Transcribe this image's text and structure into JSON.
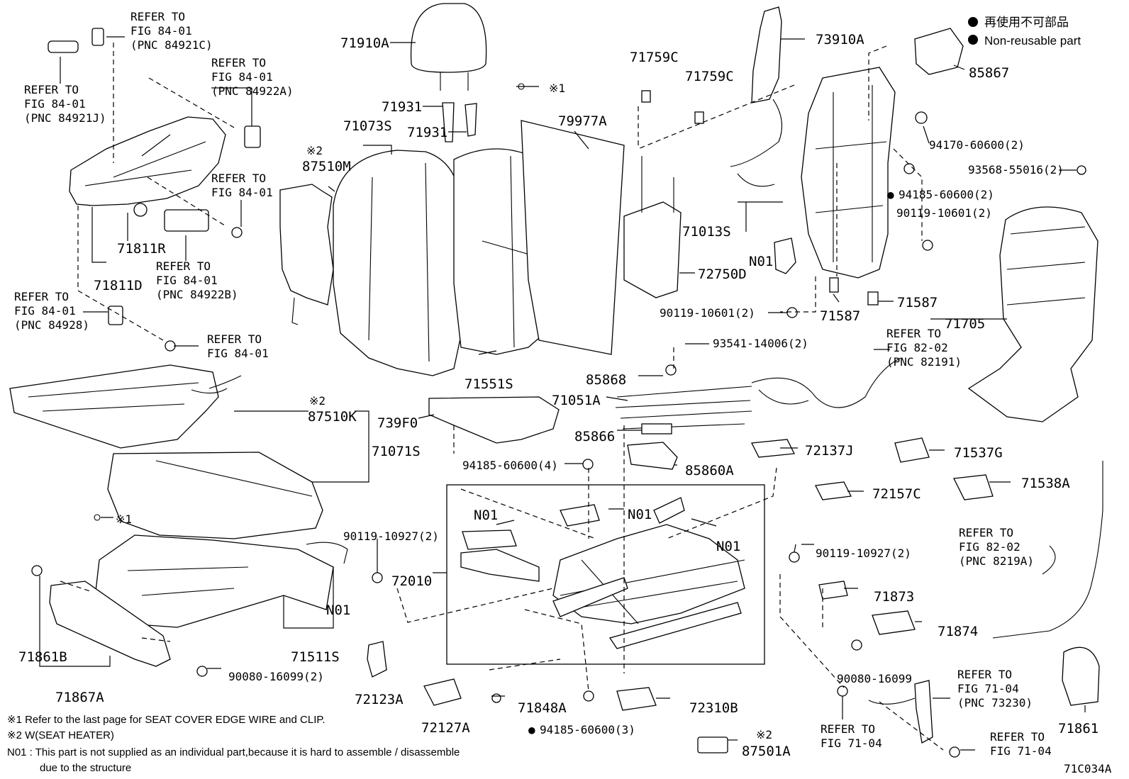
{
  "diagram_id": "71C034A",
  "legend": {
    "marker": "●",
    "line_ja": "再使用不可部品",
    "line_en": "Non-reusable part"
  },
  "footnotes": {
    "n1": "※1  Refer to the last page for SEAT COVER EDGE WIRE and CLIP.",
    "n2": "※2  W(SEAT HEATER)",
    "n01_a": "N01 : This part is not supplied as an individual part,because it is hard to assemble / disassemble",
    "n01_b": "due to the structure"
  },
  "refs": {
    "r84921c": [
      "REFER TO",
      "FIG 84-01",
      "(PNC 84921C)"
    ],
    "r84921j": [
      "REFER TO",
      "FIG 84-01",
      "(PNC 84921J)"
    ],
    "r84922a": [
      "REFER TO",
      "FIG 84-01",
      "(PNC 84922A)"
    ],
    "r8401a": [
      "REFER TO",
      "FIG 84-01"
    ],
    "r84922b": [
      "REFER TO",
      "FIG 84-01",
      "(PNC 84922B)"
    ],
    "r84928": [
      "REFER TO",
      "FIG 84-01",
      "(PNC 84928)"
    ],
    "r8401b": [
      "REFER TO",
      "FIG 84-01"
    ],
    "r82191": [
      "REFER TO",
      "FIG 82-02",
      "(PNC 82191)"
    ],
    "r8219a": [
      "REFER TO",
      "FIG 82-02",
      "(PNC 8219A)"
    ],
    "r73230": [
      "REFER TO",
      "FIG 71-04",
      "(PNC 73230)"
    ],
    "r7104a": [
      "REFER TO",
      "FIG 71-04"
    ],
    "r7104b": [
      "REFER TO",
      "FIG 71-04"
    ]
  },
  "labels": {
    "p71910A": "71910A",
    "p71931a": "71931",
    "p71931b": "71931",
    "p71073S": "71073S",
    "p87510M": "87510M",
    "p79977A": "79977A",
    "p71759C_a": "71759C",
    "p71759C_b": "71759C",
    "p73910A": "73910A",
    "p85867": "85867",
    "p94170": "94170-60600(2)",
    "p93568": "93568-55016(2)",
    "p94185_2": "94185-60600(2)",
    "p90119_10601_2a": "90119-10601(2)",
    "p71013S": "71013S",
    "p72750D": "72750D",
    "pN01_a": "N01",
    "p71587a": "71587",
    "p71587b": "71587",
    "p90119_10601_2b": "90119-10601(2)",
    "p71705": "71705",
    "p93541": "93541-14006(2)",
    "p71811R": "71811R",
    "p71811D": "71811D",
    "p71551S": "71551S",
    "p85868": "85868",
    "p71051A": "71051A",
    "p85866": "85866",
    "p85860A": "85860A",
    "p87510K": "87510K",
    "p739F0": "739F0",
    "p71071S": "71071S",
    "p72137J": "72137J",
    "p71537G": "71537G",
    "p71538A": "71538A",
    "p94185_4": "94185-60600(4)",
    "pN01_b": "N01",
    "pN01_c": "N01",
    "pN01_d": "N01",
    "p72157C": "72157C",
    "p90119_10927a": "90119-10927(2)",
    "p90119_10927b": "90119-10927(2)",
    "p72010": "72010",
    "pN01_e": "N01",
    "p71873": "71873",
    "p71874": "71874",
    "p71861B": "71861B",
    "p71511S": "71511S",
    "p71867A": "71867A",
    "p90080_16099_2": "90080-16099(2)",
    "p72123A": "72123A",
    "p72127A": "72127A",
    "p71848A": "71848A",
    "p94185_3": "94185-60600(3)",
    "p72310B": "72310B",
    "p90080_16099": "90080-16099",
    "p87501A": "87501A",
    "p71861": "71861",
    "star1_a": "※1",
    "star1_b": "※1",
    "star2_a": "※2",
    "star2_b": "※2",
    "star2_c": "※2",
    "dot_a": "●",
    "dot_b": "●"
  }
}
